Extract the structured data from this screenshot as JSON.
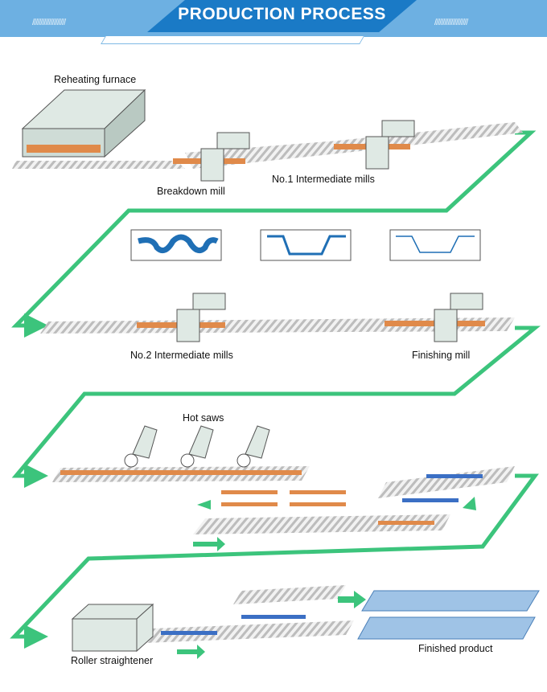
{
  "header": {
    "title": "PRODUCTION PROCESS",
    "decoration": "////////////////////"
  },
  "labels": {
    "reheating_furnace": "Reheating furnace",
    "breakdown_mill": "Breakdown mill",
    "intermediate_1": "No.1 Intermediate mills",
    "intermediate_2": "No.2 Intermediate mills",
    "finishing_mill": "Finishing mill",
    "hot_saws": "Hot saws",
    "roller_straightener": "Roller straightener",
    "finished_product": "Finished product"
  },
  "colors": {
    "header_band": "#6db0e2",
    "header_title_bg": "#1a7ac6",
    "flow_line": "#3cc47c",
    "hot_steel": "#e08a4a",
    "cooled_steel": "#3b6fc4",
    "profile": "#1f6fb5"
  }
}
